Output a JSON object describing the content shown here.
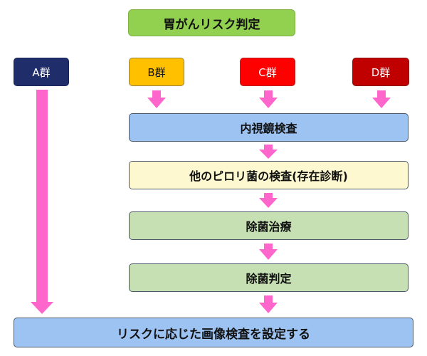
{
  "diagram": {
    "title": "胃がんリスク判定",
    "groups": [
      {
        "label": "A群",
        "color": "#1f2d6b"
      },
      {
        "label": "B群",
        "color": "#ffc000"
      },
      {
        "label": "C群",
        "color": "#ff0000"
      },
      {
        "label": "D群",
        "color": "#c00000"
      }
    ],
    "steps": [
      {
        "label": "内視鏡検査",
        "color": "#9dc3f2"
      },
      {
        "label": "他のピロリ菌の検査(存在診断)",
        "color": "#fdf8cf"
      },
      {
        "label": "除菌治療",
        "color": "#c6e0b4"
      },
      {
        "label": "除菌判定",
        "color": "#c6e0b4"
      }
    ],
    "final": {
      "label": "リスクに応じた画像検査を設定する",
      "color": "#9dc3f2"
    },
    "arrow_color": "#ff66cc"
  }
}
